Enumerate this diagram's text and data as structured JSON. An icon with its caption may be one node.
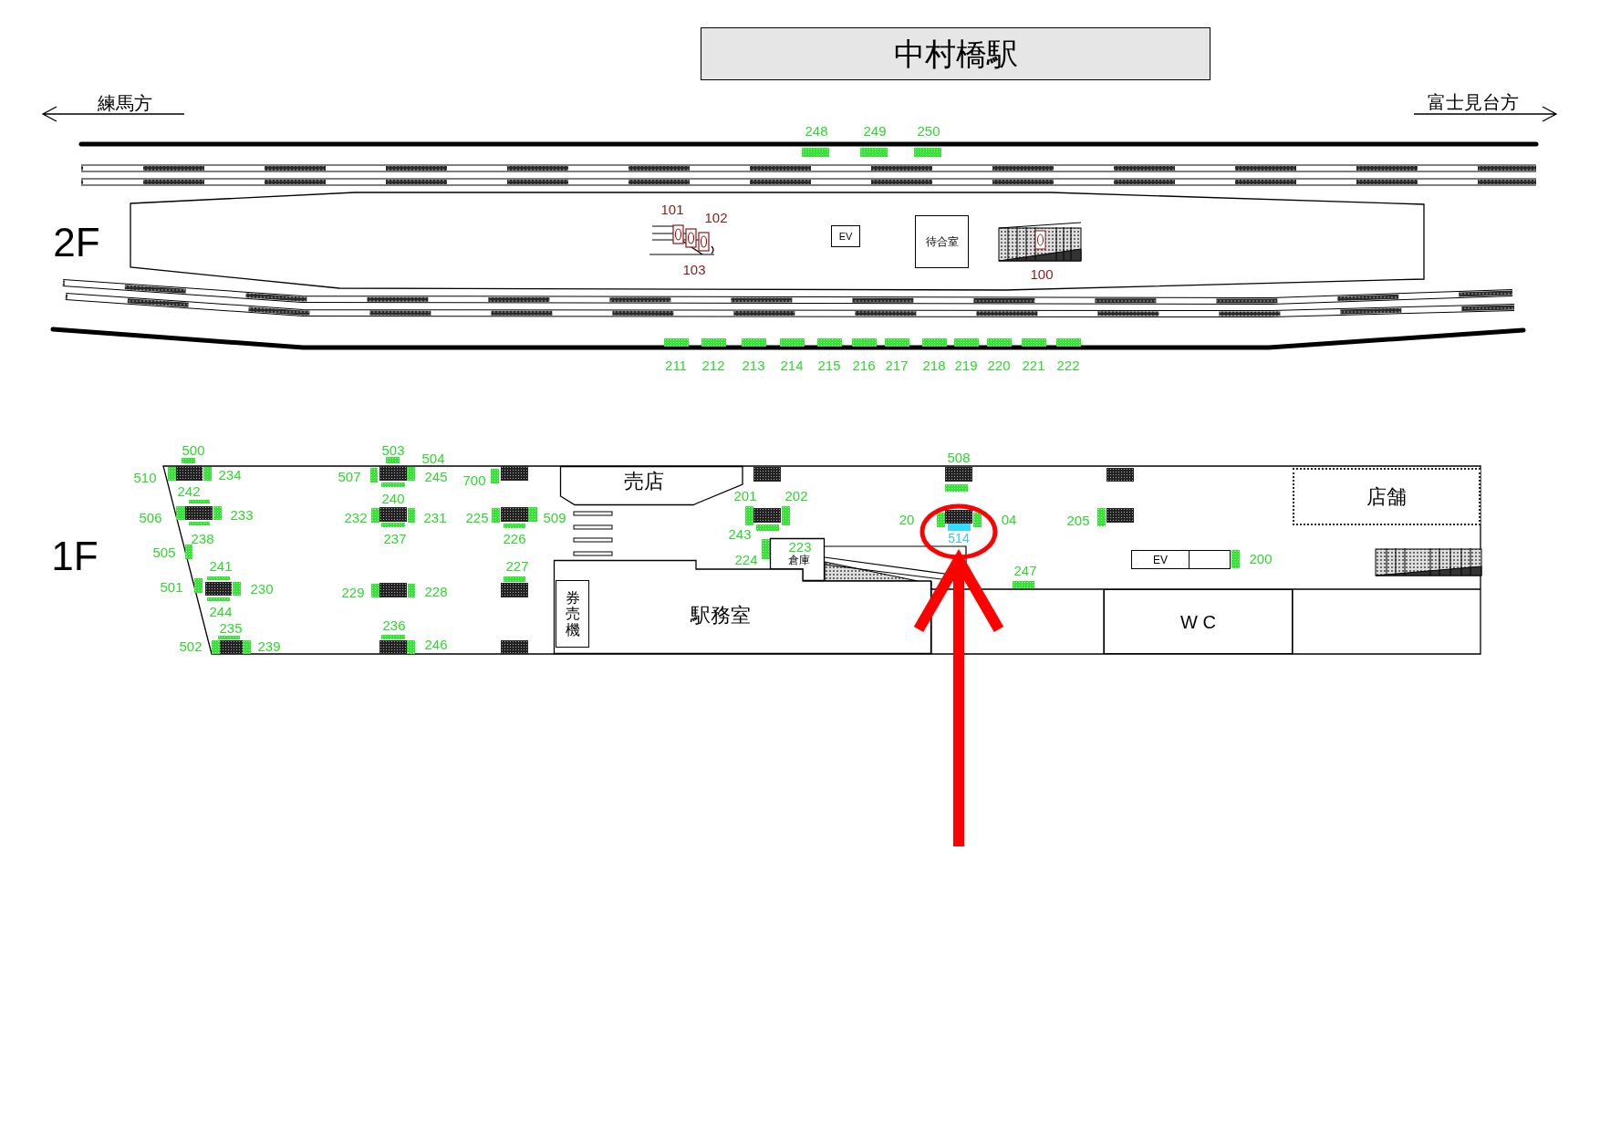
{
  "diagram": {
    "nodes": [
      {
        "text": [
          "中村橋駅"
        ]
      },
      {
        "text": [
          "EV"
        ]
      },
      {
        "text": [
          "待合室"
        ]
      },
      {
        "text": [
          "売店"
        ]
      },
      {
        "text": [
          "店舗"
        ]
      },
      {
        "text": [],
        "shape": "circle"
      },
      {
        "text": [
          "倉庫"
        ]
      },
      {
        "text": [
          "EV"
        ]
      },
      {
        "text": [
          "駅務室"
        ]
      },
      {
        "text": [
          "券売機"
        ],
        "in": 8
      },
      {
        "text": [
          "W C"
        ]
      }
    ],
    "edges": [
      {
        "from": null,
        "to": 5,
        "arrow": "to",
        "color": "#ff0000"
      }
    ],
    "labels": [
      "練馬方",
      "富士見台方",
      "248",
      "249",
      "250",
      "101",
      "102",
      "2F",
      "103",
      "100",
      "211",
      "212",
      "213",
      "214",
      "215",
      "216",
      "217",
      "218",
      "219",
      "220",
      "221",
      "222",
      "500",
      "503",
      "504",
      "508",
      "510",
      "234",
      "507",
      "245",
      "700",
      "242",
      "240",
      "201",
      "202",
      "506",
      "233",
      "232",
      "231",
      "225",
      "509",
      "20",
      "04",
      "205",
      "238",
      "237",
      "226",
      "514",
      "243",
      "1F",
      "223",
      "505",
      "241",
      "227",
      "224",
      "200",
      "501",
      "230",
      "229",
      "228",
      "247",
      "244",
      "235",
      "236",
      "502",
      "239",
      "246"
    ]
  }
}
